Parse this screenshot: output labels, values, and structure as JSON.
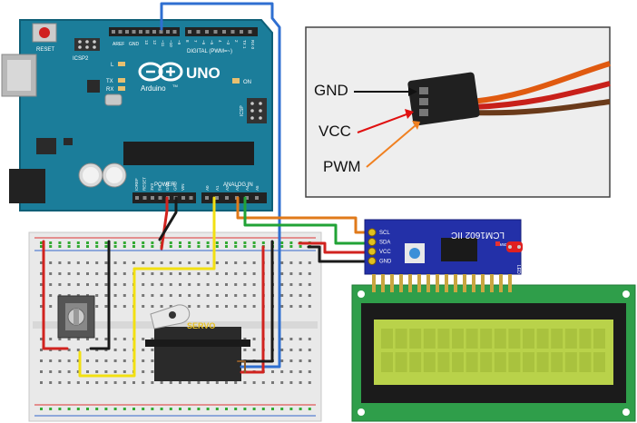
{
  "arduino": {
    "reset_label": "RESET",
    "icsp2_label": "ICSP2",
    "icsp_label": "ICSP",
    "aref_label": "AREF",
    "gnd_label": "GND",
    "digital_label": "DIGITAL (PWM=~)",
    "brand_label": "Arduino",
    "tm_label": "TM",
    "model_label": "UNO",
    "l_label": "L",
    "tx_label": "TX",
    "rx_label": "RX",
    "on_label": "ON",
    "power_label": "POWER",
    "analog_label": "ANALOG IN",
    "power_pins": [
      "IOREF",
      "RESET",
      "3V3",
      "5V",
      "GND",
      "GND",
      "VIN"
    ],
    "analog_pins": [
      "A0",
      "A1",
      "A2",
      "A3",
      "A4",
      "A5"
    ],
    "digital_pins": [
      "13",
      "12",
      "~11",
      "~10",
      "~9",
      "8",
      "7",
      "~6",
      "~5",
      "4",
      "~3",
      "2",
      "TX 1",
      "RX 0"
    ]
  },
  "photo": {
    "gnd_label": "GND",
    "vcc_label": "VCC",
    "pwm_label": "PWM"
  },
  "servo": {
    "label": "SERVO"
  },
  "i2c_module": {
    "title": "LCM1602 IIC",
    "power_label": "Power",
    "pins": [
      "SCL",
      "SDA",
      "VCC",
      "GND"
    ],
    "led_label": "LED"
  },
  "colors": {
    "board": "#1b7d9a",
    "board_dark": "#0f5f77",
    "breadboard": "#e8e8e8",
    "i2c_board": "#2330a8",
    "lcd_bezel": "#2f9e4a",
    "lcd_screen": "#b9d24a",
    "wire_blue": "#2f6fd1",
    "wire_red": "#d1231f",
    "wire_black": "#1a1a1a",
    "wire_yellow": "#f2e012",
    "wire_orange": "#e07a1a",
    "wire_green": "#21a336",
    "arrow_red": "#e01010",
    "arrow_orange": "#f08020"
  }
}
